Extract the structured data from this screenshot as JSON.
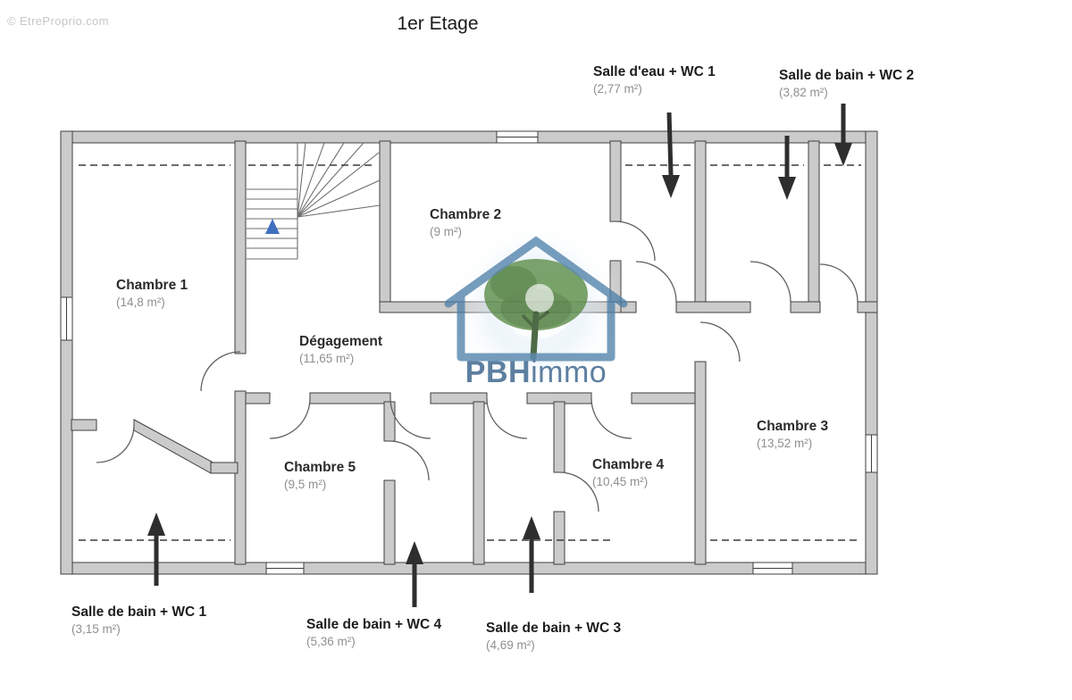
{
  "watermark": "© EtreProprio.com",
  "title": "1er Etage",
  "rooms": [
    {
      "name": "Chambre 1",
      "area": "(14,8 m²)"
    },
    {
      "name": "Chambre 2",
      "area": "(9 m²)"
    },
    {
      "name": "Dégagement",
      "area": "(11,65 m²)"
    },
    {
      "name": "Chambre 5",
      "area": "(9,5 m²)"
    },
    {
      "name": "Chambre 4",
      "area": "(10,45 m²)"
    },
    {
      "name": "Chambre 3",
      "area": "(13,52 m²)"
    }
  ],
  "callouts": [
    {
      "name": "Salle d'eau + WC 1",
      "area": "(2,77 m²)"
    },
    {
      "name": "Salle de bain + WC 2",
      "area": "(3,82 m²)"
    },
    {
      "name": "Salle de bain + WC 1",
      "area": "(3,15 m²)"
    },
    {
      "name": "Salle de bain + WC 4",
      "area": "(5,36 m²)"
    },
    {
      "name": "Salle de bain + WC 3",
      "area": "(4,69 m²)"
    }
  ],
  "logo": {
    "bold": "PBH",
    "light": "immo"
  },
  "colors": {
    "wall_fill": "#cbcbcb",
    "wall_stroke": "#3f3f3f",
    "logo_blue": "#4d7fa8",
    "logo_text": "#4c7296",
    "tree_green": "#5f8f4e",
    "stair_arrow_blue": "#3f6fbf",
    "room_text": "#2b2b2b",
    "area_text": "#8f8f8f"
  }
}
